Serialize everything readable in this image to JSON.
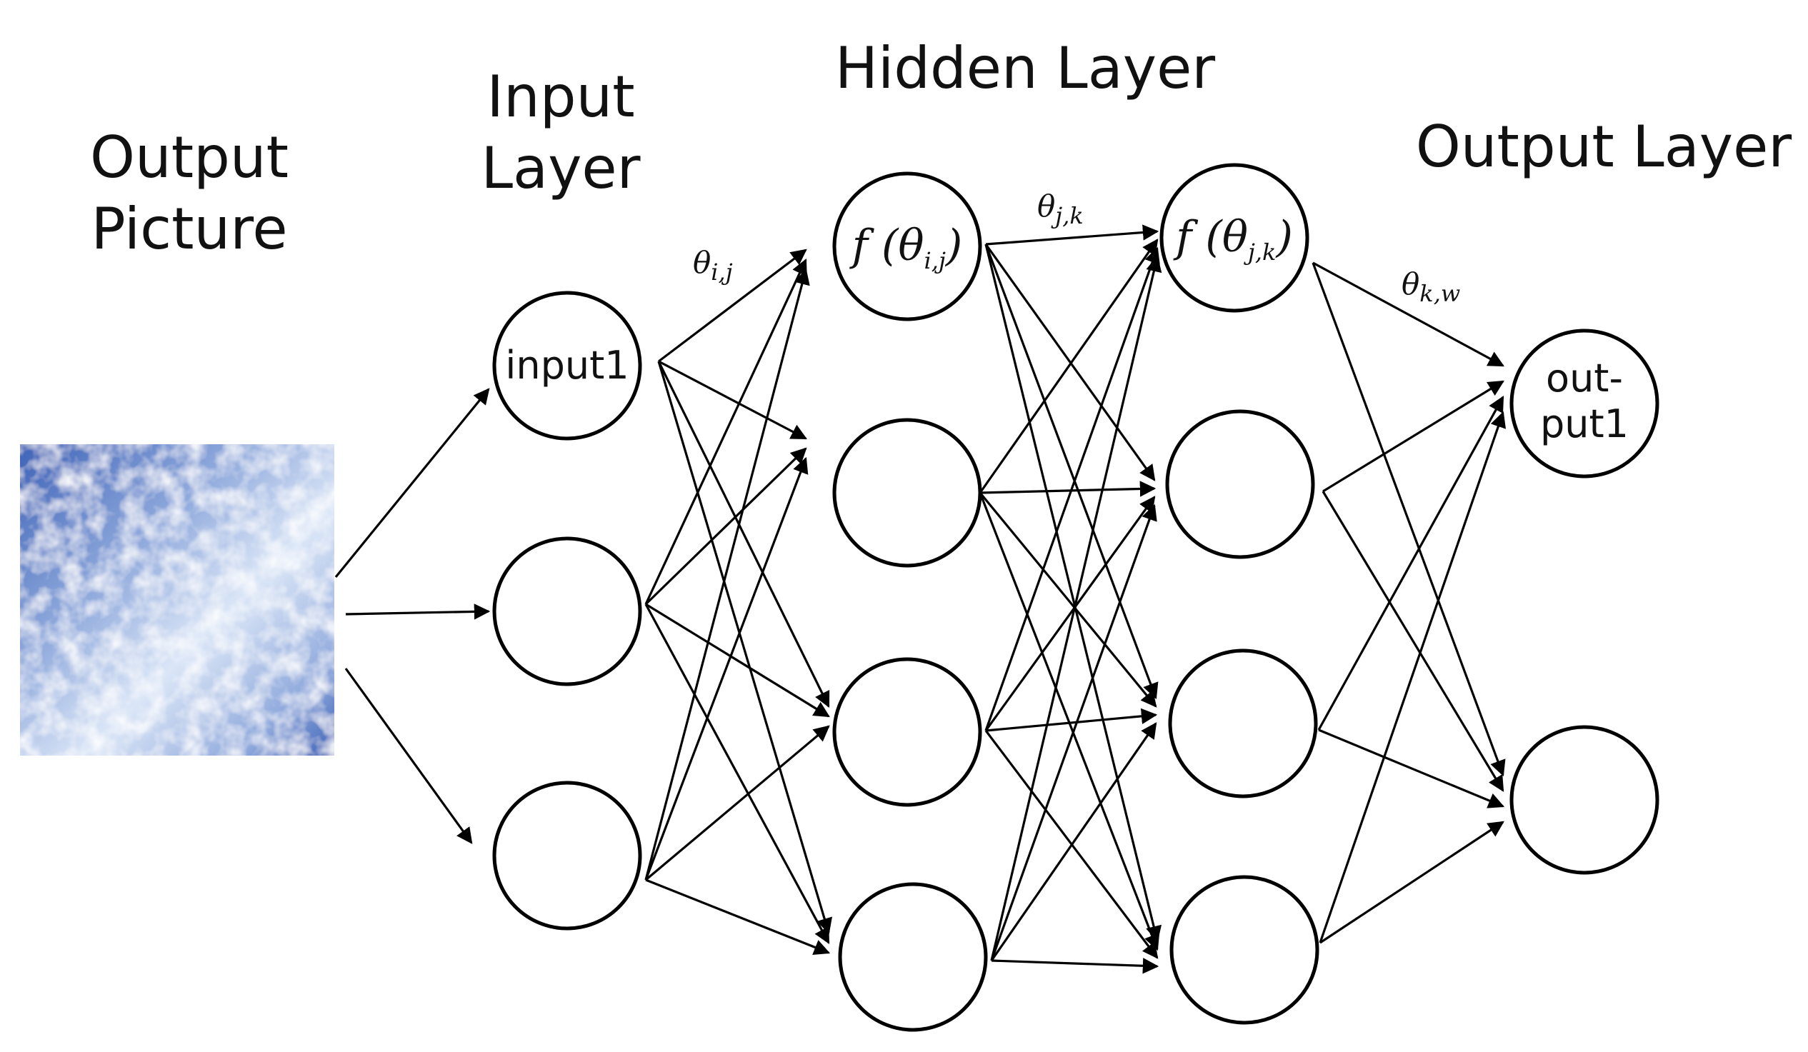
{
  "titles": {
    "output_picture_line1": "Output",
    "output_picture_line2": "Picture",
    "input_layer_line1": "Input",
    "input_layer_line2": "Layer",
    "hidden_layer": "Hidden Layer",
    "output_layer": "Output Layer"
  },
  "nodes": {
    "input1": "input1",
    "output1_line1": "out-",
    "output1_line2": "put1",
    "hidden1_top": {
      "f": "f",
      "open": " (",
      "theta": "θ",
      "sub": "i,j",
      "close": ")"
    },
    "hidden2_top": {
      "f": "f",
      "open": " (",
      "theta": "θ",
      "sub": "j,k",
      "close": ")"
    }
  },
  "weights": {
    "w_ij": {
      "theta": "θ",
      "sub": "i,j"
    },
    "w_jk": {
      "theta": "θ",
      "sub": "j,k"
    },
    "w_kw": {
      "theta": "θ",
      "sub": "k,w"
    }
  },
  "colors": {
    "sky_light": "#dbe6f7",
    "sky_mid": "#8fa9dc",
    "sky_dark": "#3e63b8"
  }
}
